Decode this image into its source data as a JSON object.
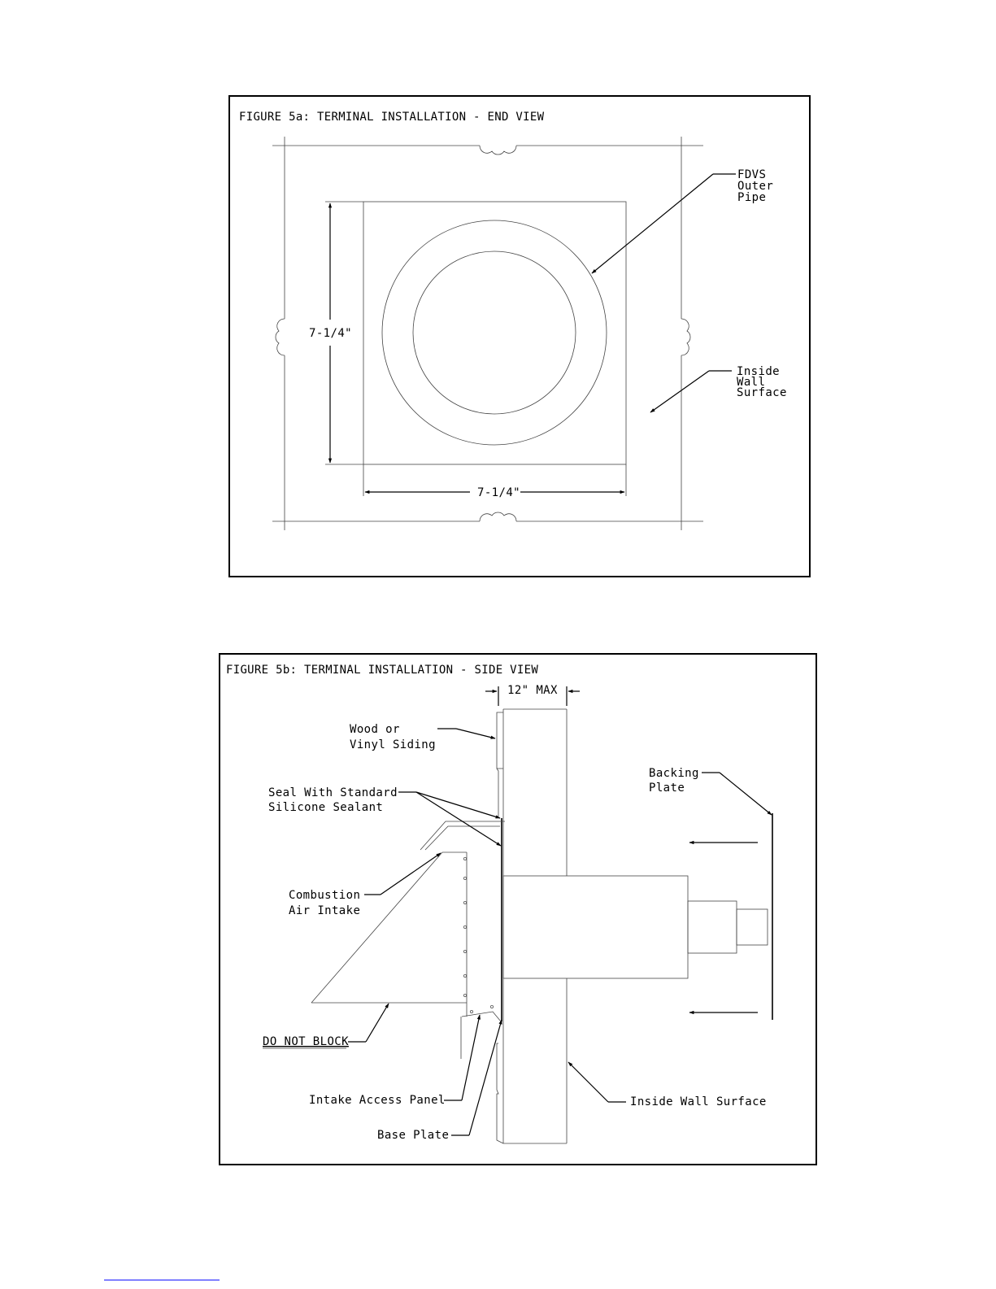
{
  "figure_5a": {
    "title": "FIGURE 5a:  TERMINAL INSTALLATION - END VIEW",
    "label_pipe": [
      "FDVS",
      "Outer",
      "Pipe"
    ],
    "label_wall": [
      "Inside",
      "Wall",
      "Surface"
    ],
    "dim_vertical": "7-1/4\"",
    "dim_horizontal": "7-1/4\""
  },
  "figure_5b": {
    "title": "FIGURE 5b: TERMINAL INSTALLATION - SIDE VIEW",
    "dim_max": "12\" MAX",
    "label_siding": [
      "Wood or",
      "Vinyl Siding"
    ],
    "label_seal": [
      "Seal With Standard",
      "Silicone Sealant"
    ],
    "label_intake": [
      "Combustion",
      "Air Intake"
    ],
    "label_block": "DO NOT BLOCK",
    "label_access": "Intake Access Panel",
    "label_base": "Base Plate",
    "label_backing": [
      "Backing",
      "Plate"
    ],
    "label_inside_wall": "Inside Wall Surface"
  },
  "footer": {
    "link_color": "#0000ff"
  }
}
